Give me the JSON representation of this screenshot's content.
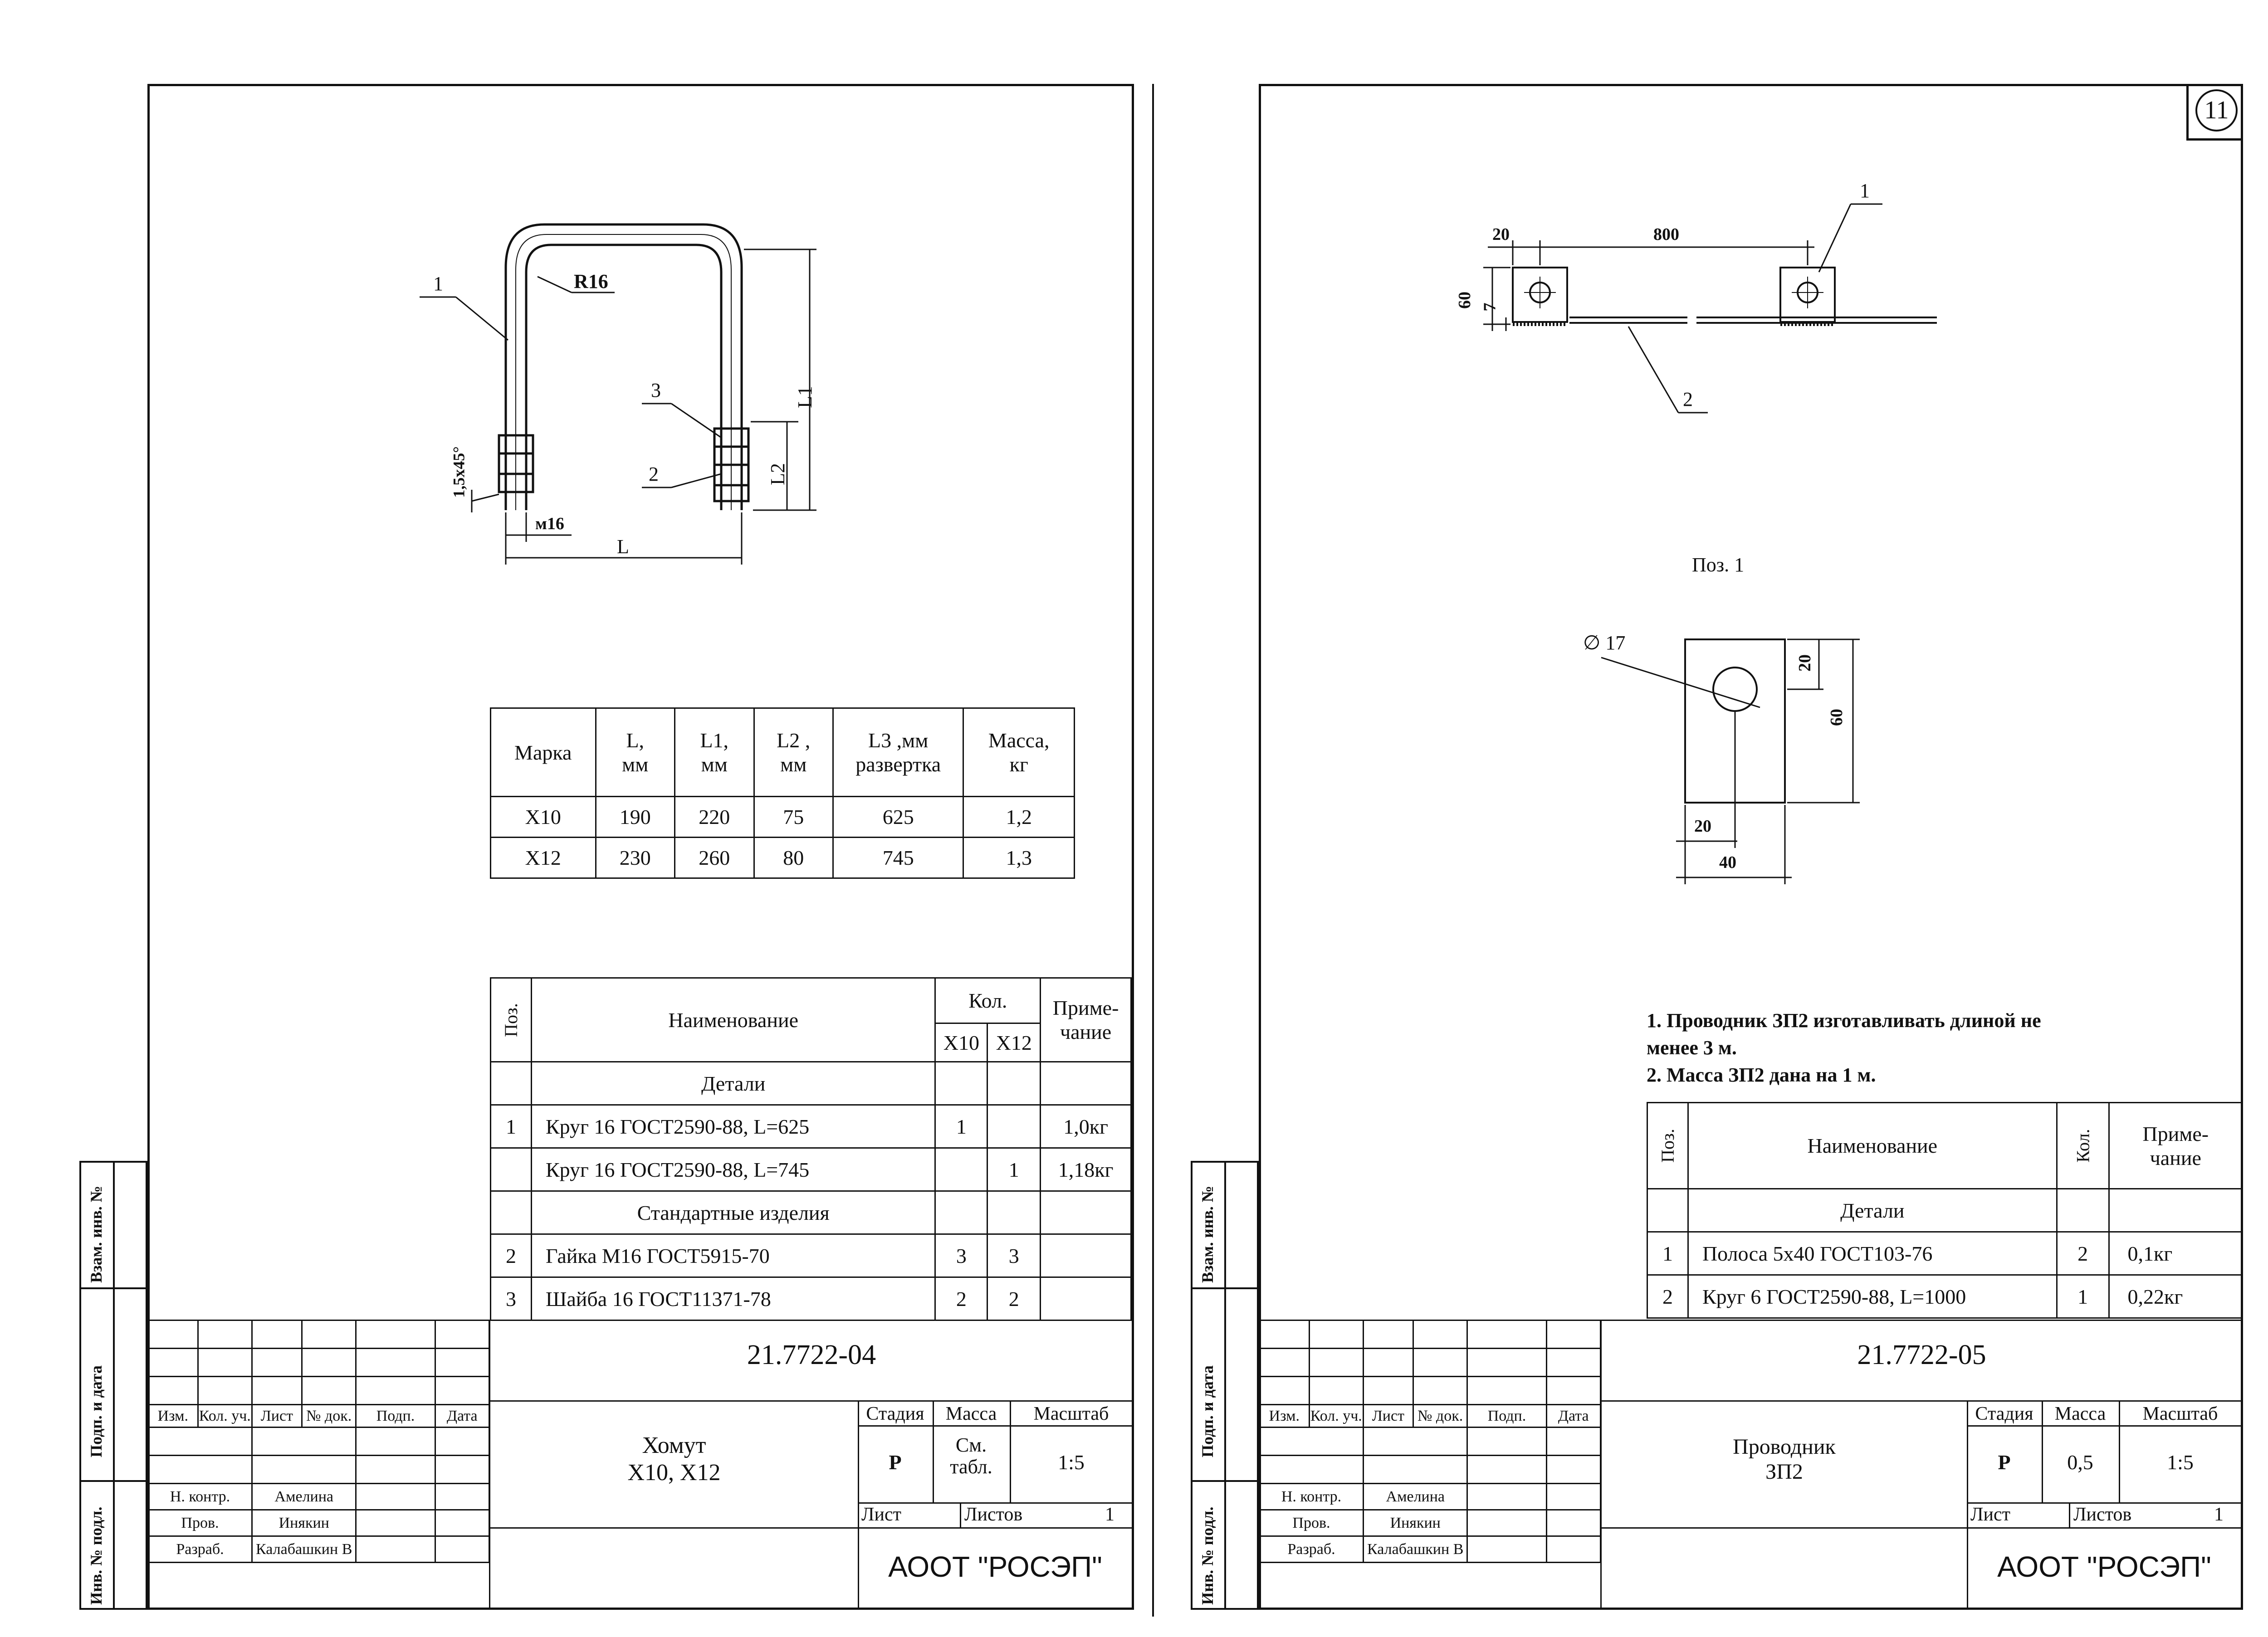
{
  "left": {
    "callouts": {
      "p1": "1",
      "p2": "2",
      "p3": "3"
    },
    "dims": {
      "r16": "R16",
      "l1": "L1",
      "l2": "L2",
      "chamfer": "1,5x45°",
      "m16": "м16",
      "l": "L"
    },
    "params": {
      "headers": {
        "marka": "Марка",
        "l": "L,\nмм",
        "l1": "L1,\nмм",
        "l2": "L2 ,\nмм",
        "l3": "L3 ,мм\nразвертка",
        "mass": "Масса,\nкг"
      },
      "rows": [
        [
          "X10",
          "190",
          "220",
          "75",
          "625",
          "1,2"
        ],
        [
          "X12",
          "230",
          "260",
          "80",
          "745",
          "1,3"
        ]
      ]
    },
    "spec": {
      "poz": "Поз.",
      "name": "Наименование",
      "kol": "Кол.",
      "x10": "X10",
      "x12": "X12",
      "note": "Приме-\nчание",
      "section1": "Детали",
      "section2": "Стандартные изделия",
      "rows": [
        [
          "1",
          "Круг 16 ГОСТ2590-88, L=625",
          "1",
          "",
          "1,0кг"
        ],
        [
          "",
          "Круг 16 ГОСТ2590-88, L=745",
          "",
          "1",
          "1,18кг"
        ],
        [
          "2",
          "Гайка М16 ГОСТ5915-70",
          "3",
          "3",
          ""
        ],
        [
          "3",
          "Шайба 16 ГОСТ11371-78",
          "2",
          "2",
          ""
        ]
      ]
    },
    "stamp": {
      "code": "21.7722-04",
      "title": "Хомут\nX10, X12",
      "stadia_h": "Стадия",
      "massa_h": "Масса",
      "masshtab_h": "Масштаб",
      "stadia": "Р",
      "massa": "См.\nтабл.",
      "masshtab": "1:5",
      "list": "Лист",
      "listov": "Листов",
      "listov_v": "1",
      "org": "АООТ \"РОСЭП\"",
      "cols": [
        "Изм.",
        "Кол. уч.",
        "Лист",
        "№ док.",
        "Подп.",
        "Дата"
      ],
      "roles": [
        [
          "Н. контр.",
          "Амелина"
        ],
        [
          "Пров.",
          "Инякин"
        ],
        [
          "Разраб.",
          "Калабашкин В"
        ]
      ]
    }
  },
  "right": {
    "sheet_no": "11",
    "callouts": {
      "p1": "1",
      "p2": "2"
    },
    "dims": {
      "d20": "20",
      "d800": "800",
      "d60": "60",
      "d7": "7"
    },
    "detail": {
      "title": "Поз. 1",
      "dia": "∅ 17",
      "d20a": "20",
      "d60": "60",
      "d20b": "20",
      "d40": "40"
    },
    "notes": [
      "1. Проводник ЗП2 изготавливать длиной не",
      "менее 3 м.",
      "2. Масса ЗП2 дана на 1 м."
    ],
    "spec": {
      "poz": "Поз.",
      "name": "Наименование",
      "kol": "Кол.",
      "note": "Приме-\nчание",
      "section1": "Детали",
      "rows": [
        [
          "1",
          "Полоса 5х40 ГОСТ103-76",
          "2",
          "0,1кг"
        ],
        [
          "2",
          "Круг 6 ГОСТ2590-88, L=1000",
          "1",
          "0,22кг"
        ]
      ]
    },
    "stamp": {
      "code": "21.7722-05",
      "title": "Проводник\nЗП2",
      "stadia_h": "Стадия",
      "massa_h": "Масса",
      "masshtab_h": "Масштаб",
      "stadia": "Р",
      "massa": "0,5",
      "masshtab": "1:5",
      "list": "Лист",
      "listov": "Листов",
      "listov_v": "1",
      "org": "АООТ \"РОСЭП\"",
      "cols": [
        "Изм.",
        "Кол. уч.",
        "Лист",
        "№ док.",
        "Подп.",
        "Дата"
      ],
      "roles": [
        [
          "Н. контр.",
          "Амелина"
        ],
        [
          "Пров.",
          "Инякин"
        ],
        [
          "Разраб.",
          "Калабашкин В"
        ]
      ]
    }
  },
  "sidebar": {
    "vzam": "Взам. инв. №",
    "podp": "Подп. и дата",
    "inv": "Инв. № подл."
  }
}
